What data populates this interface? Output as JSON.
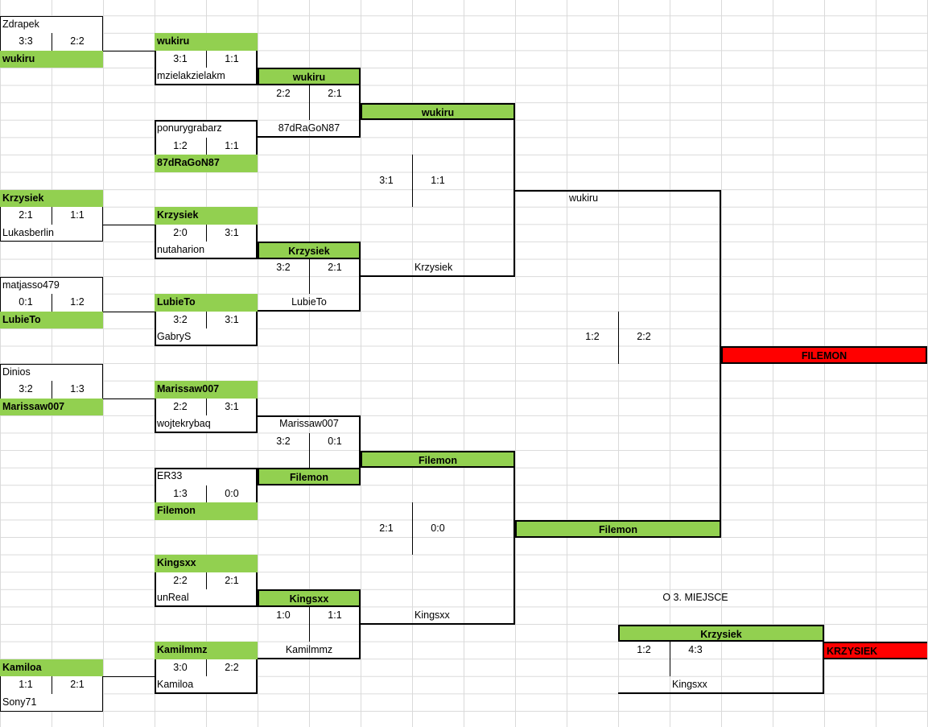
{
  "round1": [
    {
      "top": "Zdrapek",
      "s1": "3:3",
      "s2": "2:2",
      "bottom": "wukiru"
    },
    {
      "top": "Krzysiek",
      "s1": "2:1",
      "s2": "1:1",
      "bottom": "Lukasberlin"
    },
    {
      "top": "matjasso479",
      "s1": "0:1",
      "s2": "1:2",
      "bottom": "LubieTo"
    },
    {
      "top": "Dinios",
      "s1": "3:2",
      "s2": "1:3",
      "bottom": "Marissaw007"
    },
    {
      "top": "Kamiloa",
      "s1": "1:1",
      "s2": "2:1",
      "bottom": "Sony71"
    }
  ],
  "round2": [
    {
      "top": "wukiru",
      "s1": "3:1",
      "s2": "1:1",
      "bottom": "mzielakzielakm"
    },
    {
      "top": "ponurygrabarz",
      "s1": "1:2",
      "s2": "1:1",
      "bottom": "87dRaGoN87"
    },
    {
      "top": "Krzysiek",
      "s1": "2:0",
      "s2": "3:1",
      "bottom": "nutaharion"
    },
    {
      "top": "LubieTo",
      "s1": "3:2",
      "s2": "3:1",
      "bottom": "GabryS"
    },
    {
      "top": "Marissaw007",
      "s1": "2:2",
      "s2": "3:1",
      "bottom": "wojtekrybaq"
    },
    {
      "top": "ER33",
      "s1": "1:3",
      "s2": "0:0",
      "bottom": "Filemon"
    },
    {
      "top": "Kingsxx",
      "s1": "2:2",
      "s2": "2:1",
      "bottom": "unReal"
    },
    {
      "top": "Kamilmmz",
      "s1": "3:0",
      "s2": "2:2",
      "bottom": "Kamiloa"
    }
  ],
  "quarter": [
    {
      "top": "wukiru",
      "s1": "2:2",
      "s2": "2:1",
      "bottom": "87dRaGoN87"
    },
    {
      "top": "Krzysiek",
      "s1": "3:2",
      "s2": "2:1",
      "bottom": "LubieTo"
    },
    {
      "top": "Marissaw007",
      "s1": "3:2",
      "s2": "0:1",
      "bottom": "Filemon"
    },
    {
      "top": "Kingsxx",
      "s1": "1:0",
      "s2": "1:1",
      "bottom": "Kamilmmz"
    }
  ],
  "semi": [
    {
      "top": "wukiru",
      "s1": "3:1",
      "s2": "1:1",
      "bottom": "Krzysiek"
    },
    {
      "top": "Filemon",
      "s1": "2:1",
      "s2": "0:0",
      "bottom": "Kingsxx"
    }
  ],
  "final": {
    "top": "wukiru",
    "s1": "1:2",
    "s2": "2:2",
    "bottom": "Filemon",
    "winner": "FILEMON"
  },
  "third": {
    "label": "O 3. MIEJSCE",
    "top": "Krzysiek",
    "s1": "1:2",
    "s2": "4:3",
    "bottom": "Kingsxx",
    "winner": "KRZYSIEK"
  },
  "colors": {
    "winner": "#92d050",
    "champion": "#ff0000",
    "grid": "#dadada"
  }
}
